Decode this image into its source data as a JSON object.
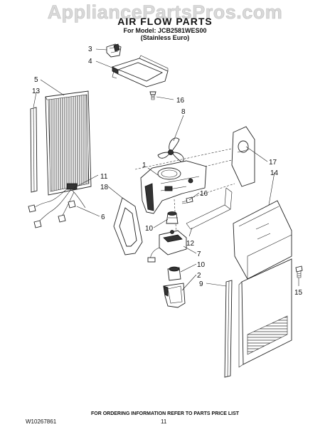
{
  "watermark": "AppliancePartsPros.com",
  "title": "AIR FLOW PARTS",
  "model_line": "For Model: JCB2581WES00",
  "variant_line": "(Stainless Euro)",
  "footer_note": "FOR ORDERING INFORMATION REFER TO PARTS PRICE LIST",
  "doc_number": "W10267861",
  "page_number": "11",
  "callouts": [
    "3",
    "4",
    "5",
    "13",
    "16",
    "8",
    "1",
    "11",
    "18",
    "16",
    "6",
    "10",
    "12",
    "7",
    "10",
    "2",
    "9",
    "17",
    "14",
    "15"
  ]
}
